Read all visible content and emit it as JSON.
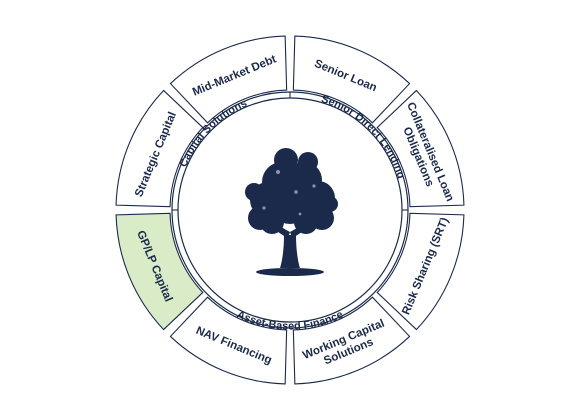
{
  "colors": {
    "navy": "#1b2a4a",
    "line": "#1b2a4a",
    "highlight": "#d9ecc7",
    "background": "#ffffff"
  },
  "center_icon": "oak-tree-icon",
  "inner_ring": {
    "segments": [
      {
        "id": "capital-solutions",
        "label": "Capital Solutions"
      },
      {
        "id": "senior-direct-lending",
        "label": "Senior Direct Lending"
      },
      {
        "id": "asset-based-finance",
        "label": "Asset-Based Finance"
      }
    ]
  },
  "outer_ring": {
    "segments": [
      {
        "id": "strategic-capital",
        "lines": [
          "Strategic Capital"
        ],
        "highlighted": false
      },
      {
        "id": "mid-market-debt",
        "lines": [
          "Mid-Market Debt"
        ],
        "highlighted": false
      },
      {
        "id": "senior-loan",
        "lines": [
          "Senior Loan"
        ],
        "highlighted": false
      },
      {
        "id": "collateralised-loan-obligations",
        "lines": [
          "Collateralised Loan",
          "Obligations"
        ],
        "highlighted": false
      },
      {
        "id": "risk-sharing",
        "lines": [
          "Risk Sharing (SRT)"
        ],
        "highlighted": false
      },
      {
        "id": "working-capital-solutions",
        "lines": [
          "Working Capital",
          "Solutions"
        ],
        "highlighted": false
      },
      {
        "id": "nav-financing",
        "lines": [
          "NAV Financing"
        ],
        "highlighted": false
      },
      {
        "id": "gp-lp-capital",
        "lines": [
          "GP/LP Capital"
        ],
        "highlighted": true
      }
    ]
  }
}
